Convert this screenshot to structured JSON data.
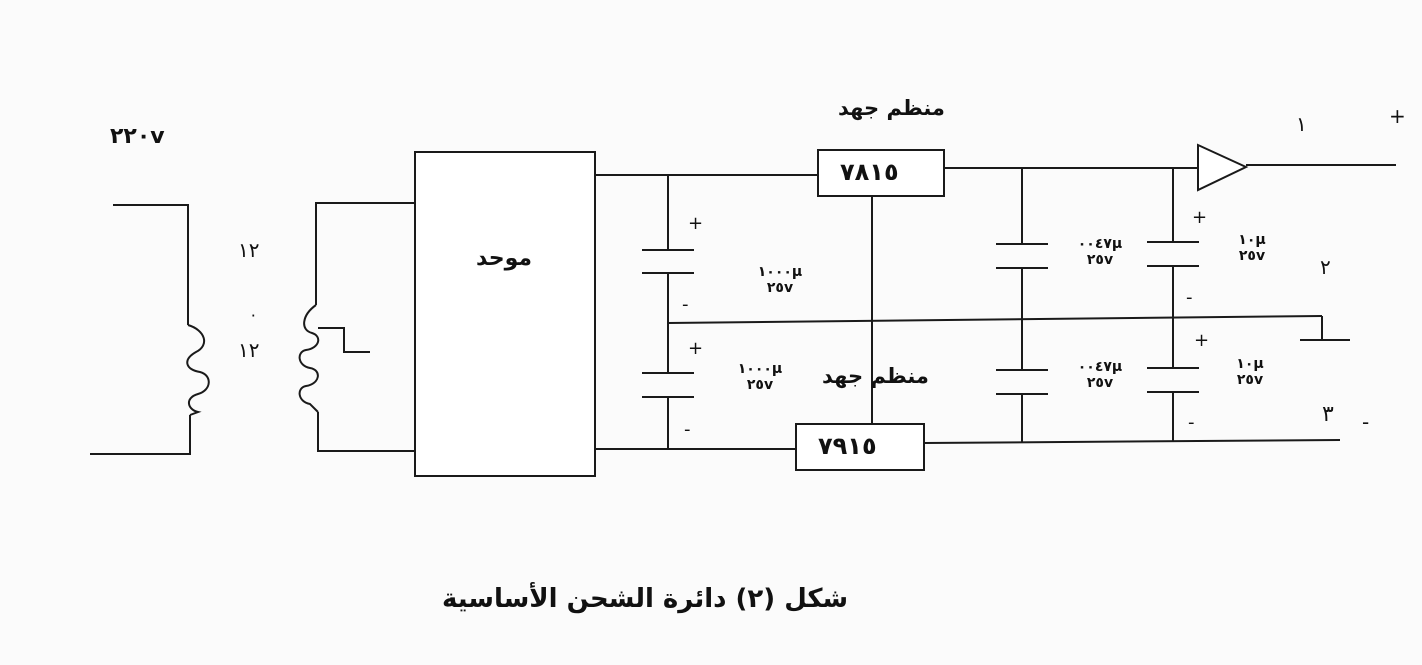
{
  "source_label": "٢٢٠v",
  "transformer": {
    "ratio_top": "١٢",
    "ratio_mid": "٠",
    "ratio_bottom": "١٢"
  },
  "rectifier_label": "موحد",
  "regulators": {
    "positive": {
      "title": "منظم جهد",
      "part": "٧٨١٥"
    },
    "negative": {
      "title": "منظم جهد",
      "part": "٧٩١٥"
    }
  },
  "capacitors": {
    "input_top": {
      "value": "١٠٠٠µ",
      "voltage": "٢٥v"
    },
    "input_bottom": {
      "value": "١٠٠٠µ",
      "voltage": "٢٥v"
    },
    "decouple_top": {
      "value": "٠٠٤٧µ",
      "voltage": "٢٥v"
    },
    "decouple_bottom": {
      "value": "٠٠٤٧µ",
      "voltage": "٢٥v"
    },
    "output_top": {
      "value": "١٠µ",
      "voltage": "٢٥v"
    },
    "output_bottom": {
      "value": "١٠µ",
      "voltage": "٢٥v"
    }
  },
  "polarity": {
    "plus": "+",
    "minus": "-"
  },
  "outputs": {
    "out1": "١",
    "out2": "٢",
    "out3": "٣",
    "plus_sign": "+",
    "minus_sign": "-"
  },
  "caption": "شكل (٢) دائرة الشحن الأساسية"
}
